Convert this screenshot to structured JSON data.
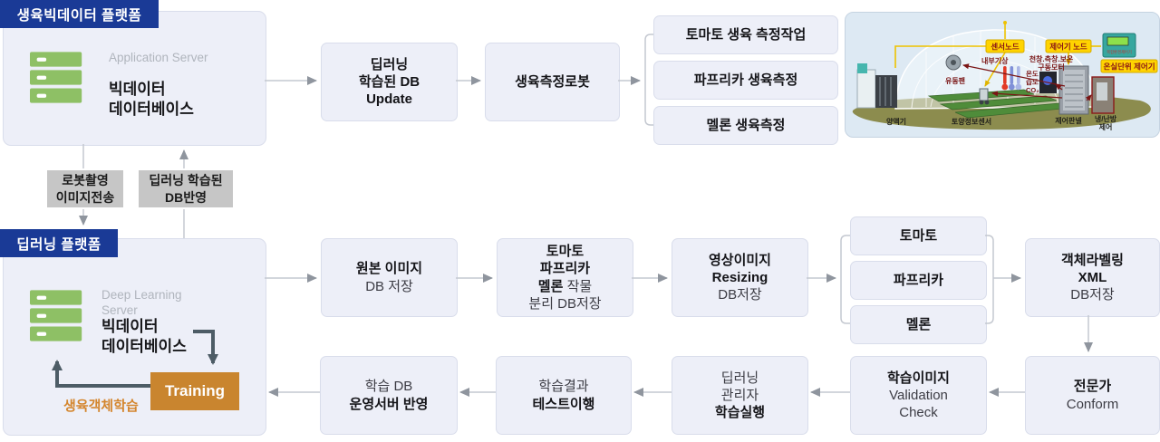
{
  "colors": {
    "navy_header": "#1a3a96",
    "box_fill": "#edeff8",
    "box_border": "#d9ddeb",
    "gray_box": "#c6c6c6",
    "arrow_line": "#c4c8d0",
    "arrow_head": "#8f959e",
    "slate_arrow": "#4d5c66",
    "training_orange": "#c9852f",
    "note_orange": "#d4862e",
    "server_green": "#8ec065",
    "label_yellow": "#ffd400",
    "label_red": "#8b1616"
  },
  "bigdata_platform": {
    "header": "생육빅데이터 플랫폼",
    "server_type": "Application Server",
    "server_name": "빅데이터\n데이터베이스"
  },
  "deep_platform": {
    "header": "딥러닝 플랫폼",
    "server_type": "Deep Learning Server",
    "server_name": "빅데이터\n데이터베이스",
    "training": "Training",
    "training_note": "생육객체학습"
  },
  "transfer": {
    "down": "로봇촬영\n이미지전송",
    "up": "딥러닝 학습된\nDB반영"
  },
  "flow_top": {
    "db_update": {
      "line1": "딥러닝",
      "line2": "학습된 DB",
      "line3": "Update"
    },
    "robot": "생육측정로봇",
    "tasks": [
      "토마토 생육 측정작업",
      "파프리카 생육측정",
      "멜론 생육측정"
    ]
  },
  "flow_mid": {
    "original": {
      "line1": "원본 이미지",
      "line2": "DB 저장"
    },
    "separate": {
      "line1": "토마토",
      "line2": "파프리카",
      "line3_bold": "멜론",
      "line3_rest": " 작물",
      "line4": "분리 DB저장"
    },
    "resizing": {
      "line1": "영상이미지",
      "line2": "Resizing",
      "line3": "DB저장"
    },
    "crops": [
      "토마토",
      "파프리카",
      "멜론"
    ],
    "labeling": {
      "line1": "객체라벨링",
      "line2": "XML",
      "line3": "DB저장"
    }
  },
  "flow_bottom": {
    "expert": {
      "line1": "전문가",
      "line2": "Conform"
    },
    "validation": {
      "line1": "학습이미지",
      "line2": "Validation",
      "line3": "Check"
    },
    "run": {
      "line1": "딥러닝",
      "line2": "관리자",
      "line3": "학습실행"
    },
    "test": {
      "line1": "학습결과",
      "line2": "테스트이행"
    },
    "deploy": {
      "line1": "학습 DB",
      "line2": "운영서버 반영"
    }
  },
  "greenhouse": {
    "sensor_node": "센서노드",
    "controller_node": "제어기 노드",
    "unit_controller": "온실단위 제어기",
    "device": "복합환경제어기",
    "indoor_weather": "내부기상",
    "motors_line1": "천창.측창.보온",
    "motors_line2": "구동모터",
    "env_line1": "온도",
    "env_line2": "습도",
    "env_line3": "CO₂",
    "fan": "유동팬",
    "nutrient": "양액기",
    "soil_sensor": "토양정보센서",
    "panel": "제어판넬",
    "hvac_line1": "냉/난방",
    "hvac_line2": "제어"
  }
}
